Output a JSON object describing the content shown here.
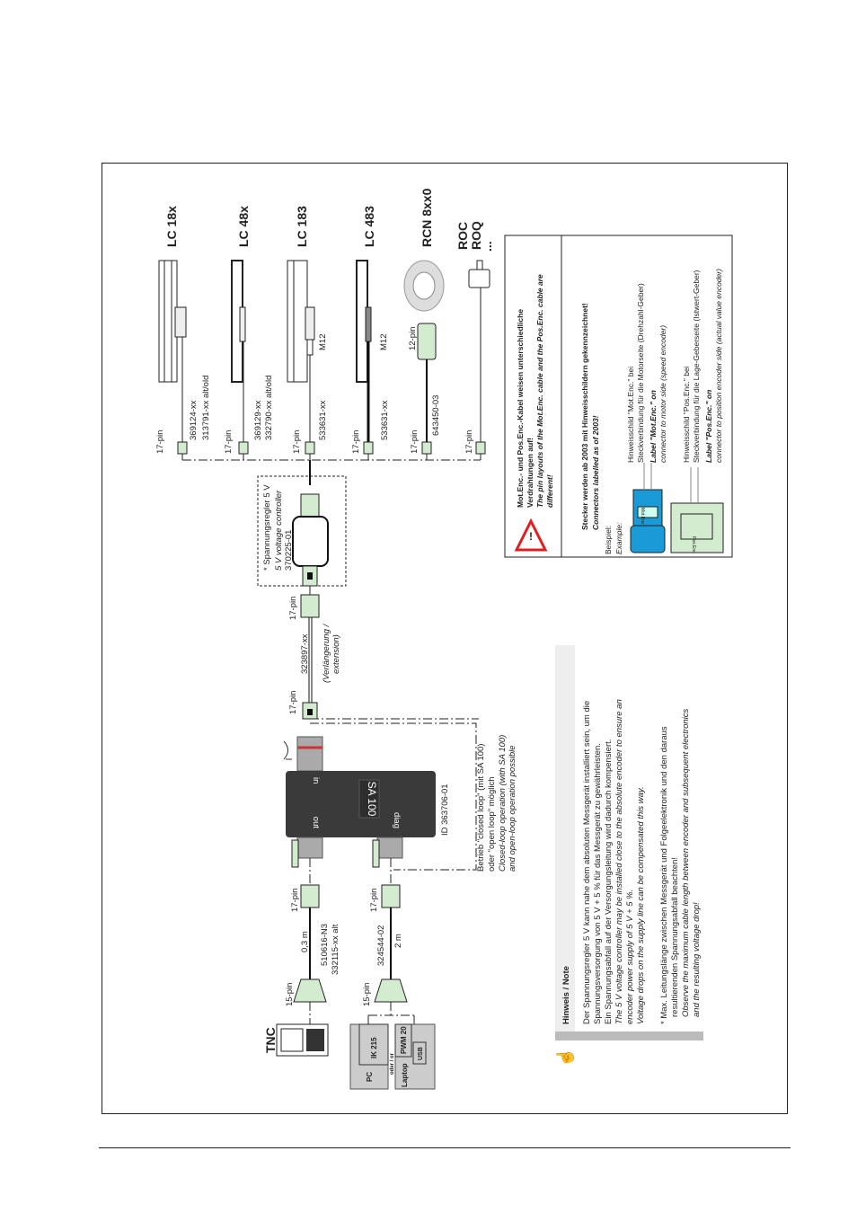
{
  "encoders": [
    {
      "name": "LC 18x",
      "pin": "17-pin",
      "part1": "369124-xx",
      "part2": "313791-xx alt/old"
    },
    {
      "name": "LC 48x",
      "pin": "17-pin",
      "part1": "369129-xx",
      "part2": "332790-xx alt/old"
    },
    {
      "name": "LC 183",
      "pin": "17-pin",
      "part1": "533631-xx",
      "m12": "M12"
    },
    {
      "name": "LC 483",
      "pin": "17-pin",
      "part1": "533631-xx",
      "m12": "M12"
    },
    {
      "name": "RCN 8xx0",
      "pin": "17-pin",
      "part1": "643450-03",
      "pin2": "12-pin"
    },
    {
      "name": "ROC",
      "name2": "ROQ",
      "more": "...",
      "pin": "17-pin"
    }
  ],
  "controller": {
    "line1": "* Spannungsregler 5 V",
    "line2": "5 V voltage controller",
    "line3": "370225-01"
  },
  "extension": {
    "pin_top": "17-pin",
    "part": "323897-xx",
    "label1": "(Verlängerung /",
    "label2": "extension)",
    "pin_bottom": "17-pin"
  },
  "sa100": {
    "name": "SA 100",
    "in": "in",
    "out": "out",
    "diag": "diag",
    "id": "ID 363706-01",
    "note1": "Betrieb \"closed loop\" (mit SA 100)",
    "note2": "oder \"open loop\" möglich",
    "note3": "Closed-loop operation (with SA 100)",
    "note4": "and open-loop operation possible"
  },
  "tnc_cable": {
    "pin_top": "17-pin",
    "length": "0,3 m",
    "part1": "510616-N3",
    "part2": "332115-xx alt",
    "pin_bottom": "15-pin",
    "device": "TNC"
  },
  "diag_cable": {
    "pin_top": "17-pin",
    "part": "324544-02",
    "length": "2 m",
    "pin_bottom": "15-pin",
    "pc": "PC",
    "ik": "IK 215",
    "or": "oder / or",
    "laptop": "Laptop",
    "pwm": "PWM 20",
    "usb": "USB"
  },
  "warning": {
    "l1": "Mot.Enc.- und Pos.Enc.-Kabel weisen unterschiedliche",
    "l2": "Verdrahtungen auf!",
    "l3": "The pin layouts of the Mot.Enc. cable and the Pos.Enc. cable are",
    "l4": "different!",
    "h1": "Stecker werden ab 2003 mit Hinweisschildern gekennzeichnet!",
    "h2": "Connectors labelled as of 2003!",
    "ex1": "Beispiel:",
    "ex2": "Example:",
    "m1": "Hinweisschild \"Mot.Enc.\" bei",
    "m2": "Steckverbindung für die Motorseite (Drehzahl-Geber)",
    "m3": "Label \"Mot.Enc.\" on",
    "m4": "connector to motor side (speed encoder)",
    "p1": "Hinweisschild \"Pos.Enc.\" bei",
    "p2": "Steckverbindung für die Lage-Geberseite (Istwert-Geber)",
    "p3": "Label \"Pos.Enc.\" on",
    "p4": "connector to position encoder side (actual value encoder)",
    "tag_mot": "Mot.Enc.",
    "tag_pos": "Pos.Enc."
  },
  "note": {
    "title": "Hinweis / Note",
    "lines": [
      "Der Spannungsregler 5 V kann nahe dem absoluten Messgerät installiert sein, um die",
      "Spannungsversorgung von 5 V + 5 % für das Messgerät zu gewährleisten.",
      "Ein Spannungsabfall auf der Versorgungsleitung wird dadurch kompensiert.",
      "The 5 V voltage controller may be installed close to the absolute encoder to ensure an",
      "encoder power supply of 5 V + 5 %.",
      "Voltage drops on the supply line can be compensated this way."
    ],
    "star": [
      "* Max. Leitungslänge zwischen Messgerät und Folgeelektronik und den daraus",
      "resultierenden Spannungsabfall beachten!",
      "Observe the maximum cable length between encoder and subsequent electronics",
      "and the resulting voltage drop!"
    ]
  },
  "colors": {
    "green": "#d3ebcf",
    "blue": "#1a9ad6",
    "warning": "#e02020",
    "sa100": "#3a3a3a"
  }
}
